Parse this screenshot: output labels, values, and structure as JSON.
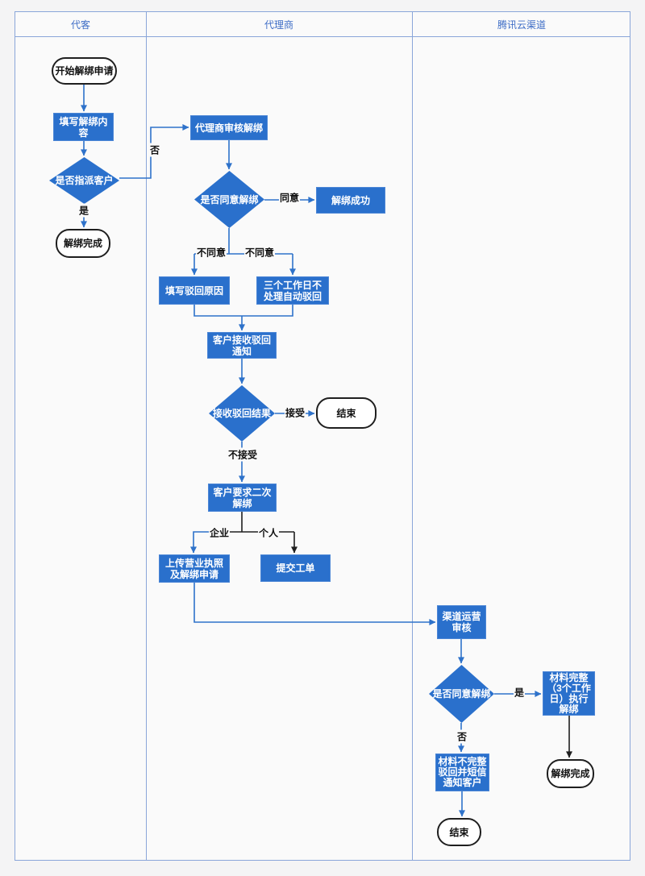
{
  "lanes": [
    {
      "title": "代客"
    },
    {
      "title": "代理商"
    },
    {
      "title": "腾讯云渠道"
    }
  ],
  "colors": {
    "node_blue": "#2a70cc",
    "line_blue": "#2e72ca",
    "line_black": "#1f1f1f",
    "lane_border": "#8aa6d9",
    "lane_title": "#3e6dc6",
    "canvas_bg": "#fafafa"
  },
  "nodes": {
    "start": {
      "label": "开始解绑申请",
      "type": "terminator"
    },
    "fill_content": {
      "label": "填写解绑内容",
      "type": "process"
    },
    "assign_decision": {
      "label": "是否指派客户",
      "type": "decision"
    },
    "unbind_done_1": {
      "label": "解绑完成",
      "type": "terminator"
    },
    "agent_review": {
      "label": "代理商审核解绑",
      "type": "process"
    },
    "agree_decision_1": {
      "label": "是否同意解绑",
      "type": "decision"
    },
    "unbind_success": {
      "label": "解绑成功",
      "type": "process"
    },
    "fill_reject_reason": {
      "label": "填写驳回原因",
      "type": "process"
    },
    "auto_reject": {
      "label": "三个工作日不处理自动驳回",
      "type": "process"
    },
    "receive_reject_notice": {
      "label": "客户接收驳回通知",
      "type": "process"
    },
    "receive_result_decision": {
      "label": "接收驳回结果",
      "type": "decision"
    },
    "end_1": {
      "label": "结束",
      "type": "terminator"
    },
    "second_unbind": {
      "label": "客户要求二次解绑",
      "type": "process"
    },
    "upload_license": {
      "label": "上传营业执照及解绑申请",
      "type": "process"
    },
    "submit_ticket": {
      "label": "提交工单",
      "type": "process"
    },
    "channel_review": {
      "label": "渠道运营审核",
      "type": "process"
    },
    "agree_decision_2": {
      "label": "是否同意解绑",
      "type": "decision"
    },
    "material_complete": {
      "label": "材料完整（3个工作日）执行解绑",
      "type": "process"
    },
    "material_incomplete": {
      "label": "材料不完整驳回并短信通知客户",
      "type": "process"
    },
    "end_2": {
      "label": "结束",
      "type": "terminator"
    },
    "unbind_done_2": {
      "label": "解绑完成",
      "type": "terminator"
    }
  },
  "edge_labels": {
    "yes_1": "是",
    "no_1": "否",
    "agree": "同意",
    "disagree_left": "不同意",
    "disagree_right": "不同意",
    "accept": "接受",
    "not_accept": "不接受",
    "enterprise": "企业",
    "personal": "个人",
    "yes_2": "是",
    "no_2": "否"
  }
}
